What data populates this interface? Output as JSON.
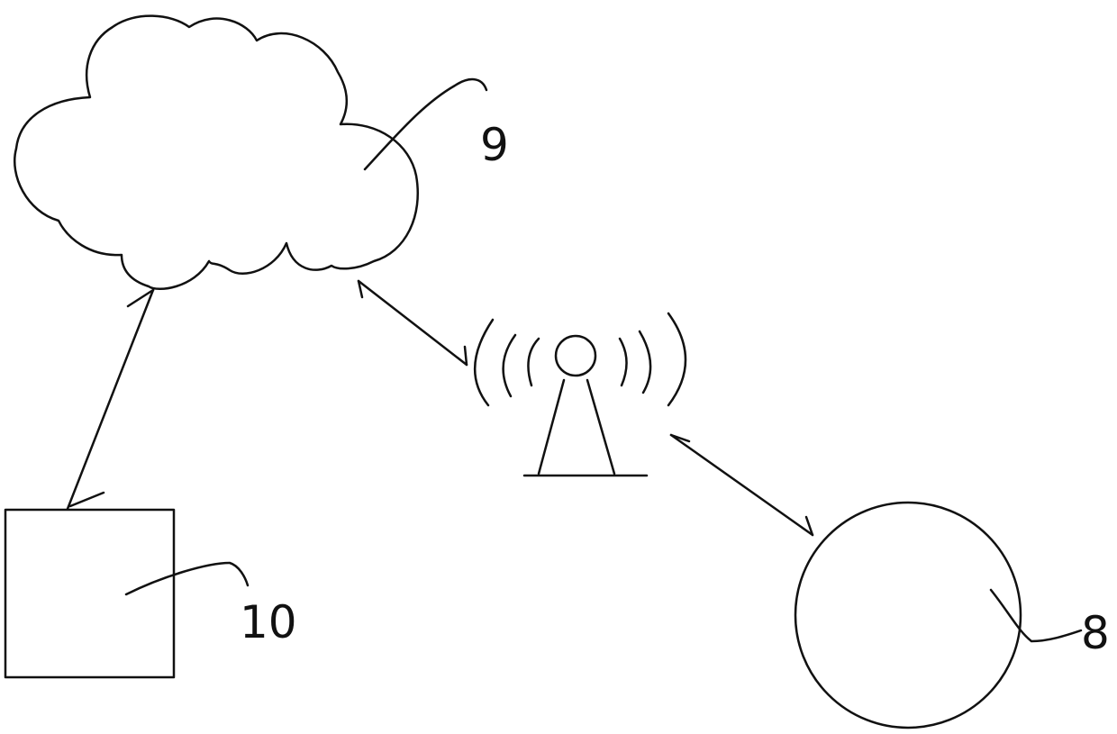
{
  "labels": {
    "cloud": "9",
    "terminal": "10",
    "device": "8"
  },
  "elements": {
    "cloud": "cloud-icon",
    "tower": "antenna-tower-icon",
    "terminal": "terminal-box",
    "device": "device-circle"
  },
  "colors": {
    "line": "#111111",
    "background": "#ffffff"
  }
}
